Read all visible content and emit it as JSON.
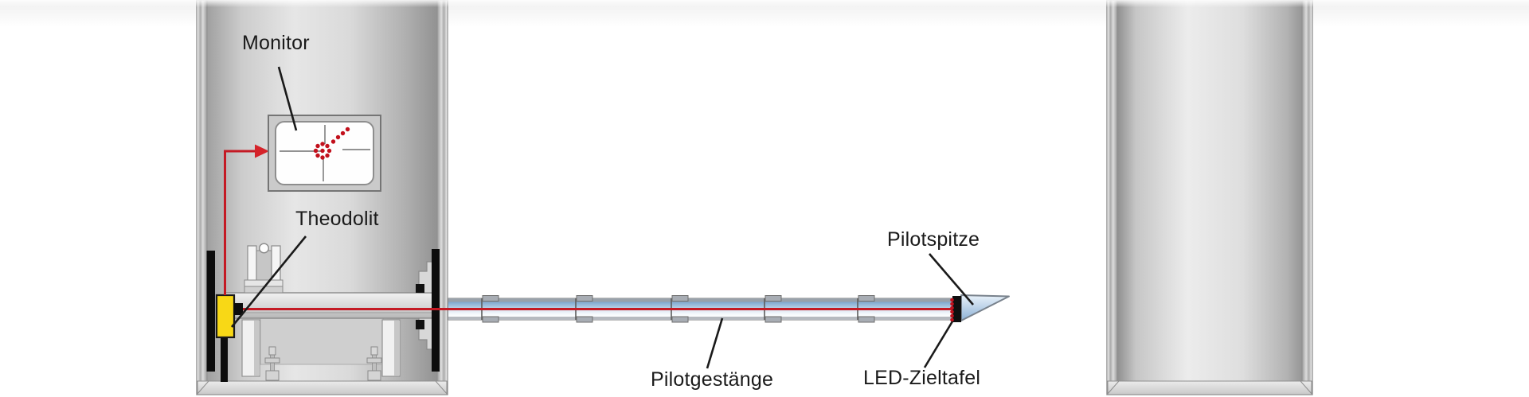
{
  "diagram": {
    "labels": {
      "monitor": "Monitor",
      "theodolit": "Theodolit",
      "pilotspitze": "Pilotspitze",
      "pilotgestaenge": "Pilotgestänge",
      "led_zieltafel": "LED-Zieltafel"
    },
    "colors": {
      "sight_line_red": "#c41a24",
      "arrow_red": "#d5232a",
      "theodolite_yellow": "#f8d816",
      "led_dot_red": "#c2101c",
      "rod_blue": "#8fb4d8",
      "shaft_gray": "#d9d9d9",
      "label_black": "#1a1a1a"
    }
  }
}
